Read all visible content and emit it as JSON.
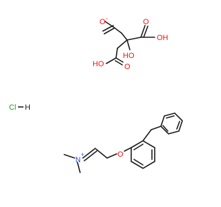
{
  "labels": {
    "o_minus": "O",
    "minus_sign": "-",
    "oh_right": "OH",
    "o_right": "O",
    "ho_middle": "HO",
    "o_lower": "O",
    "ho_left": "HO",
    "hcl_cl": "Cl",
    "hcl_h": "H",
    "n_plus": "N",
    "plus_sign": "+",
    "ether_o": "O"
  },
  "colors": {
    "bond": "#1a1a1a",
    "oxygen": "#ff0d0d",
    "nitrogen": "#3050f8",
    "chlorine": "#1fa01f"
  }
}
